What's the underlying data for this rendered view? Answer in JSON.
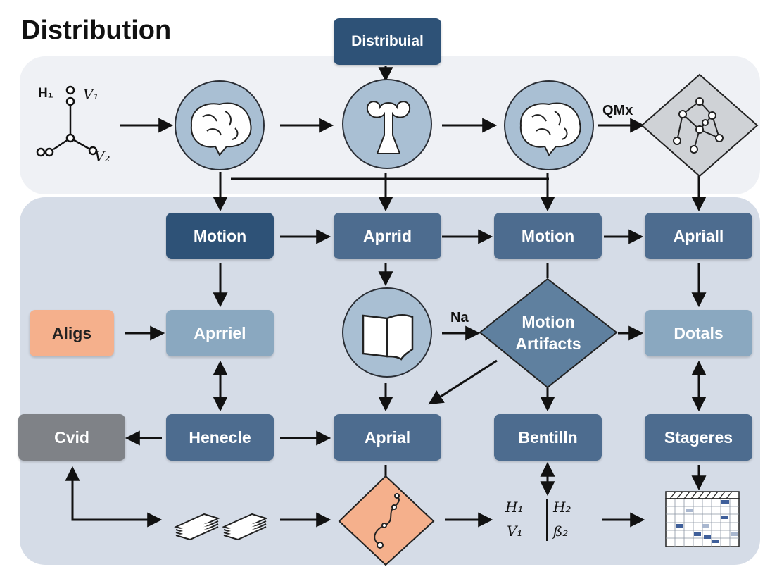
{
  "title": "Distribution",
  "top_box": "Distribuial",
  "qmx_label": "QMx",
  "na_label": "Na",
  "graph_labels": {
    "h": "H₁",
    "v1": "V₁",
    "v2": "V₂"
  },
  "row1": [
    "Motion",
    "Aprrid",
    "Motion",
    "Apriall"
  ],
  "row2": {
    "left": "Aligs",
    "box": "Aprriel",
    "diamond_line1": "Motion",
    "diamond_line2": "Artifacts",
    "right": "Dotals"
  },
  "row3": [
    "Cvid",
    "Henecle",
    "Aprial",
    "Bentilln",
    "Stageres"
  ],
  "matrix": {
    "h1": "H₁",
    "h2": "H₂",
    "v1": "V₁",
    "b2": "ß₂"
  },
  "colors": {
    "dark": "#2e5277",
    "mid": "#4d6c8f",
    "light": "#8aa8c0",
    "salmon": "#f5b08c",
    "grey": "#7f8287"
  },
  "icons": [
    "brain-icon",
    "fountain-icon",
    "network-icon",
    "book-icon",
    "coins-icon",
    "curve-icon",
    "heatmap-icon"
  ]
}
